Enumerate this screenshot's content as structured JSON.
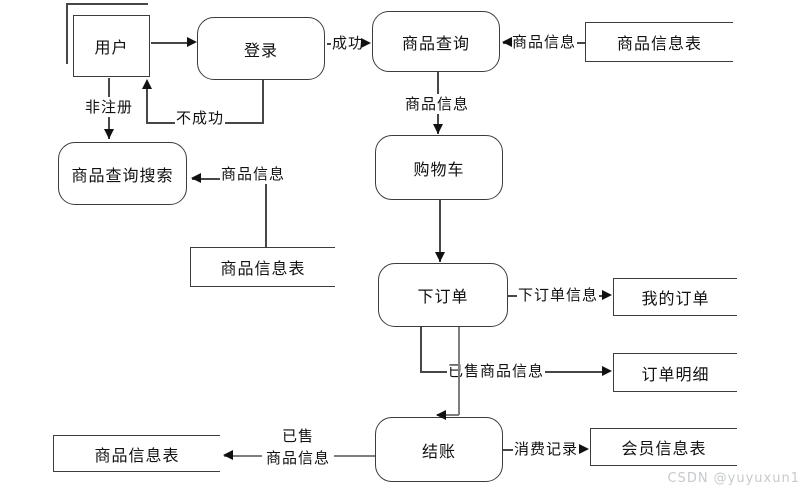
{
  "diagram_type": "data-flow-diagram",
  "colors": {
    "background": "#ffffff",
    "shape_border": "#3c3c3c",
    "line": "#474747",
    "line_gray": "#7e7e7e",
    "arrowhead": "#111111",
    "text": "#111111",
    "watermark": "#c6cacd"
  },
  "nodes": {
    "user": {
      "label": "用户",
      "type": "external-entity"
    },
    "login": {
      "label": "登录",
      "type": "process"
    },
    "product_query": {
      "label": "商品查询",
      "type": "process"
    },
    "product_info_table_top": {
      "label": "商品信息表",
      "type": "datastore"
    },
    "shopping_cart": {
      "label": "购物车",
      "type": "process"
    },
    "place_order": {
      "label": "下订单",
      "type": "process"
    },
    "my_orders": {
      "label": "我的订单",
      "type": "datastore"
    },
    "order_details": {
      "label": "订单明细",
      "type": "datastore"
    },
    "checkout": {
      "label": "结账",
      "type": "process"
    },
    "member_info_table": {
      "label": "会员信息表",
      "type": "datastore"
    },
    "product_info_table_left": {
      "label": "商品信息表",
      "type": "datastore"
    },
    "product_info_table_mid": {
      "label": "商品信息表",
      "type": "datastore"
    },
    "product_search": {
      "label": "商品查询搜索",
      "type": "process"
    }
  },
  "edge_labels": {
    "success": "成功",
    "fail": "不成功",
    "not_registered": "非注册",
    "product_info_to_query": "商品信息",
    "product_info_query_to_cart": "商品信息",
    "product_info_to_search": "商品信息",
    "order_info": "下订单信息",
    "sold_product_info": "已售商品信息",
    "sold_line1": "已售",
    "sold_line2": "商品信息",
    "consumption_record": "消费记录"
  },
  "edges": [
    {
      "from": "user",
      "to": "login",
      "label": ""
    },
    {
      "from": "login",
      "to": "product_query",
      "label": "成功"
    },
    {
      "from": "login",
      "to": "user",
      "label": "不成功"
    },
    {
      "from": "user",
      "to": "product_search",
      "label": "非注册"
    },
    {
      "from": "product_info_table_top",
      "to": "product_query",
      "label": "商品信息"
    },
    {
      "from": "product_query",
      "to": "shopping_cart",
      "label": "商品信息"
    },
    {
      "from": "product_info_table_mid",
      "to": "product_search",
      "label": "商品信息"
    },
    {
      "from": "shopping_cart",
      "to": "place_order",
      "label": ""
    },
    {
      "from": "place_order",
      "to": "my_orders",
      "label": "下订单信息"
    },
    {
      "from": "place_order",
      "to": "order_details",
      "label": "已售商品信息"
    },
    {
      "from": "place_order",
      "to": "checkout",
      "label": ""
    },
    {
      "from": "checkout",
      "to": "product_info_table_left",
      "label": "已售 商品信息"
    },
    {
      "from": "checkout",
      "to": "member_info_table",
      "label": "消费记录"
    }
  ],
  "watermark": "CSDN @yuyuxun1"
}
